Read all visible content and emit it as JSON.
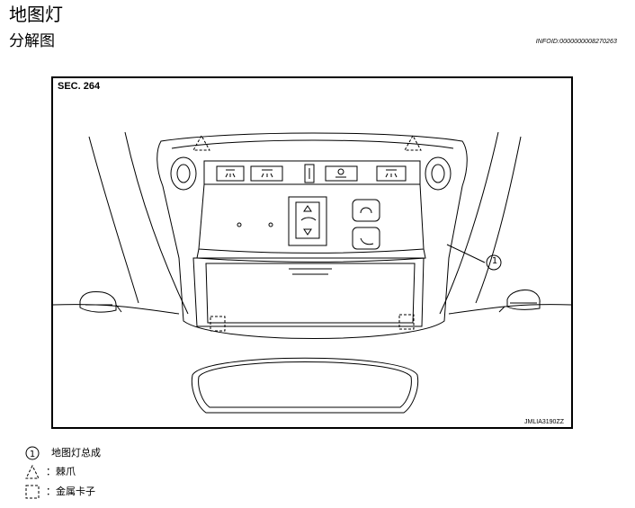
{
  "header": {
    "title": "地图灯",
    "subtitle": "分解图",
    "infoid": "INFOID:0000000008270263"
  },
  "figure": {
    "section": "SEC. 264",
    "code": "JMLIA3190ZZ",
    "callout": "1"
  },
  "legend": [
    {
      "symbol": "circle-1-icon",
      "separator": "",
      "text": "地图灯总成"
    },
    {
      "symbol": "dashed-triangle-icon",
      "separator": "：",
      "text": "棘爪"
    },
    {
      "symbol": "dashed-square-icon",
      "separator": "：",
      "text": "金属卡子"
    }
  ]
}
